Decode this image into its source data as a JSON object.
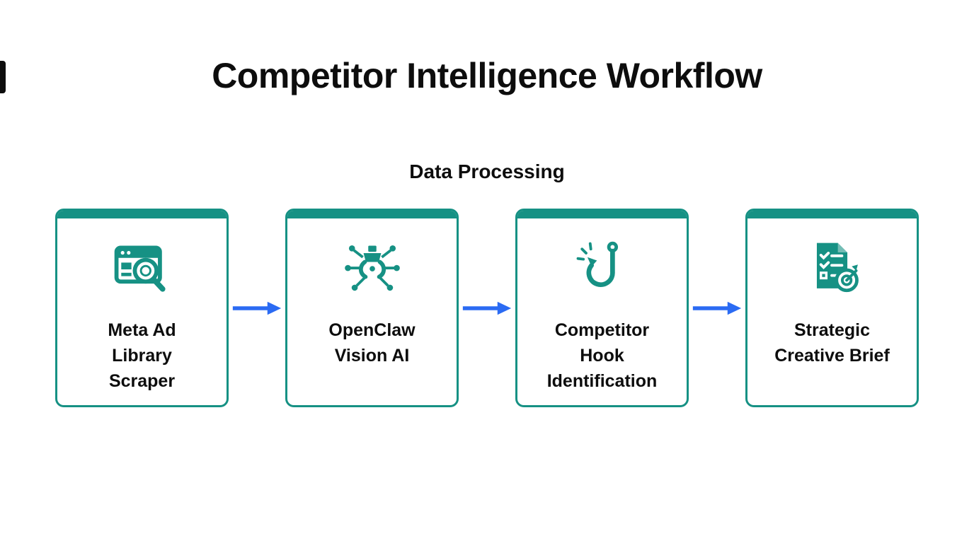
{
  "theme": {
    "accent_teal": "#169184",
    "arrow_blue": "#2b6bf3",
    "text_black": "#0d0d0d",
    "background": "#ffffff"
  },
  "header": {
    "title": "Competitor Intelligence Workflow"
  },
  "section": {
    "label": "Data Processing"
  },
  "workflow": {
    "type": "linear-flowchart",
    "direction": "left-to-right",
    "connector": "blue-arrow",
    "steps": [
      {
        "label": "Meta Ad\nLibrary\nScraper",
        "icon": "browser-search-icon"
      },
      {
        "label": "OpenClaw\nVision AI",
        "icon": "robot-claw-icon"
      },
      {
        "label": "Competitor\nHook\nIdentification",
        "icon": "fishing-hook-icon"
      },
      {
        "label": "Strategic\nCreative Brief",
        "icon": "checklist-target-icon"
      }
    ]
  }
}
